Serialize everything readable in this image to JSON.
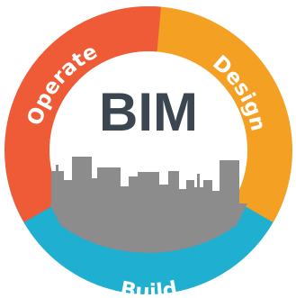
{
  "center": {
    "title": "BIM"
  },
  "cycle": {
    "stages": [
      {
        "label": "Design",
        "color": "#F4A023"
      },
      {
        "label": "Build",
        "color": "#1FAFD0"
      },
      {
        "label": "Operate",
        "color": "#EE5B36"
      }
    ]
  },
  "colors": {
    "title": "#3B4650",
    "skyline": "#8C8C8C",
    "inner": "#FFFFFF"
  }
}
